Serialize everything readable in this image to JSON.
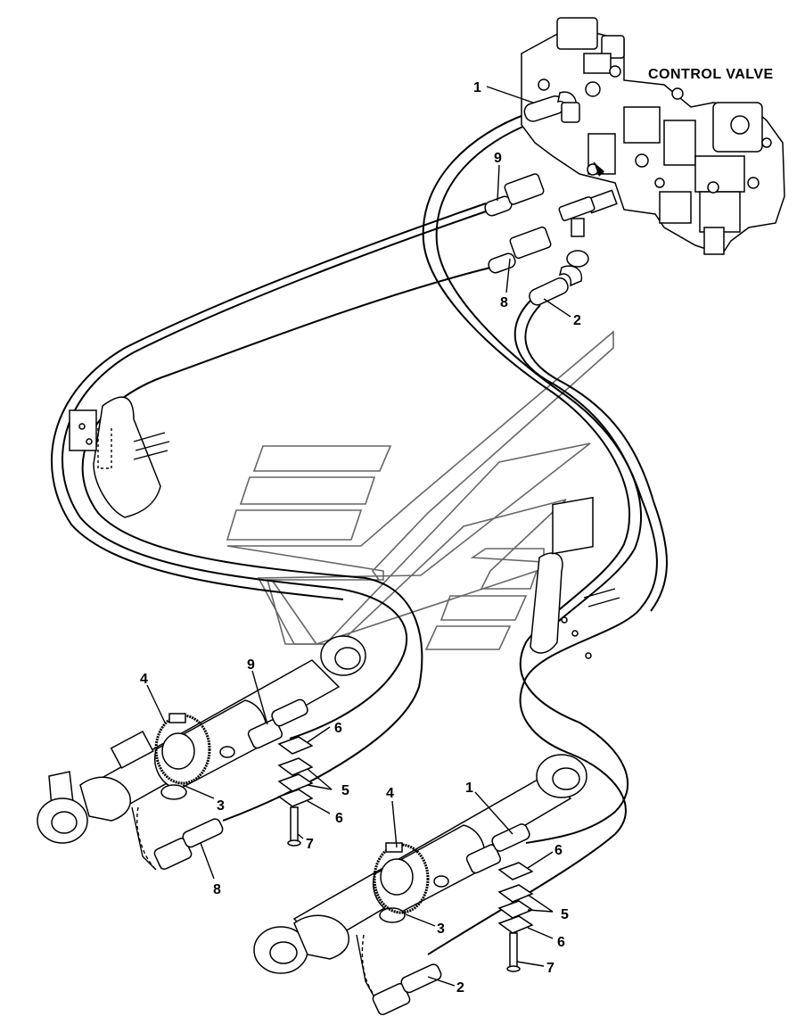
{
  "diagram": {
    "title": "CONTROL VALVE",
    "callouts": [
      {
        "id": "c1-top",
        "text": "1"
      },
      {
        "id": "c9-top",
        "text": "9"
      },
      {
        "id": "c8-top",
        "text": "8"
      },
      {
        "id": "c2-top",
        "text": "2"
      },
      {
        "id": "c4-left",
        "text": "4"
      },
      {
        "id": "c9-left",
        "text": "9"
      },
      {
        "id": "c6-left-a",
        "text": "6"
      },
      {
        "id": "c5-left",
        "text": "5"
      },
      {
        "id": "c3-left",
        "text": "3"
      },
      {
        "id": "c6-left-b",
        "text": "6"
      },
      {
        "id": "c7-left",
        "text": "7"
      },
      {
        "id": "c8-left",
        "text": "8"
      },
      {
        "id": "c4-right",
        "text": "4"
      },
      {
        "id": "c1-right",
        "text": "1"
      },
      {
        "id": "c6-right-a",
        "text": "6"
      },
      {
        "id": "c5-right",
        "text": "5"
      },
      {
        "id": "c3-right",
        "text": "3"
      },
      {
        "id": "c6-right-b",
        "text": "6"
      },
      {
        "id": "c7-right",
        "text": "7"
      },
      {
        "id": "c2-right",
        "text": "2"
      }
    ]
  }
}
